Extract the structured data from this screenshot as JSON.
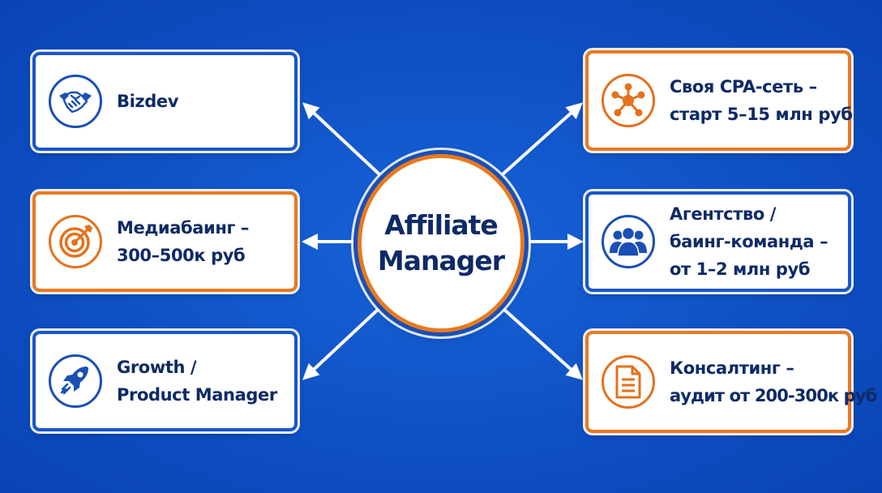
{
  "center": {
    "line1": "Affiliate",
    "line2": "Manager"
  },
  "left_cards": [
    {
      "icon": "handshake-icon",
      "accent": "#1a4fb5",
      "lines": [
        "Bizdev"
      ]
    },
    {
      "icon": "target-icon",
      "accent": "#e87a1e",
      "lines": [
        "Медиабаинг –",
        "300–500к руб"
      ]
    },
    {
      "icon": "rocket-icon",
      "accent": "#1a4fb5",
      "lines": [
        "Growth /",
        "Product Manager"
      ]
    }
  ],
  "right_cards": [
    {
      "icon": "network-icon",
      "accent": "#e87a1e",
      "lines": [
        "Своя CPA-сеть –",
        "старт 5–15 млн руб"
      ]
    },
    {
      "icon": "team-icon",
      "accent": "#1a4fb5",
      "lines": [
        "Агентство /",
        "баинг-команда –",
        "от 1–2 млн руб"
      ]
    },
    {
      "icon": "document-icon",
      "accent": "#e87a1e",
      "lines": [
        "Консалтинг –",
        "аудит от 200-300к руб"
      ]
    }
  ],
  "colors": {
    "background": "#0f52c4",
    "primary": "#1a4fb5",
    "accent": "#e87a1e",
    "text": "#0e2a66"
  }
}
